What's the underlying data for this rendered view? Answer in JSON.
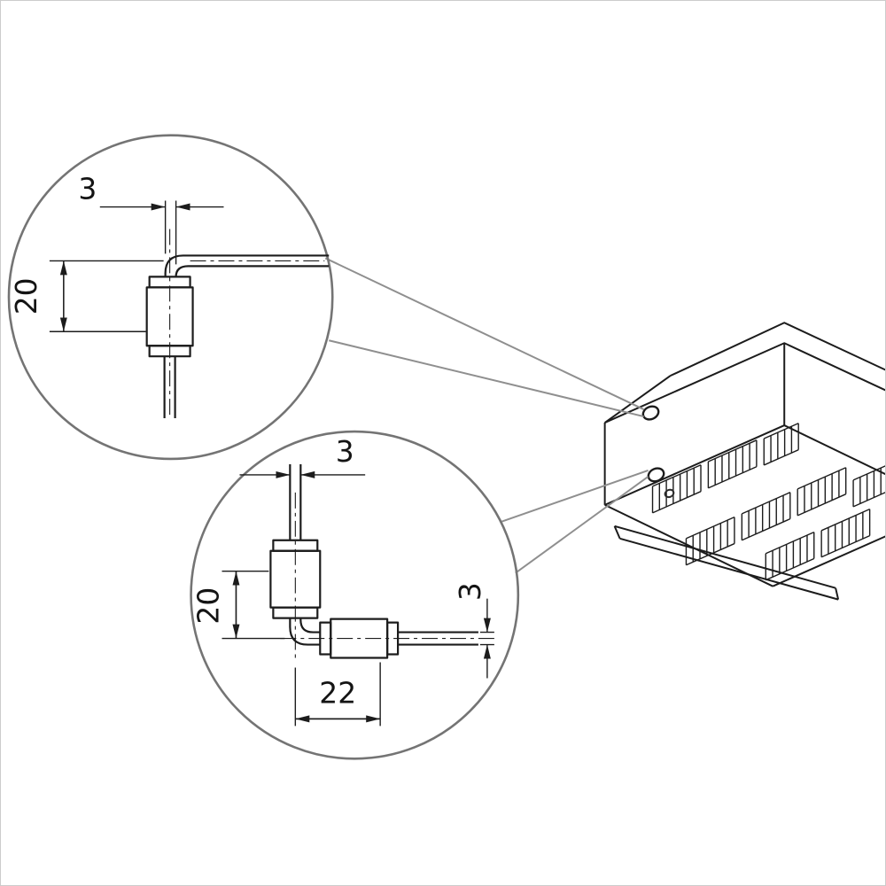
{
  "figure": {
    "type": "technical-drawing",
    "detail_view_1": {
      "tube_dim": "3",
      "length_dim": "20"
    },
    "detail_view_2": {
      "tube_dim": "3",
      "length_dim": "20",
      "offset_dim": "22",
      "height_dim": "3"
    }
  },
  "colors": {
    "line": "#1c1c1c",
    "detail_circle": "#747474",
    "leader_line": "#8f8f8f",
    "background": "#ffffff"
  }
}
